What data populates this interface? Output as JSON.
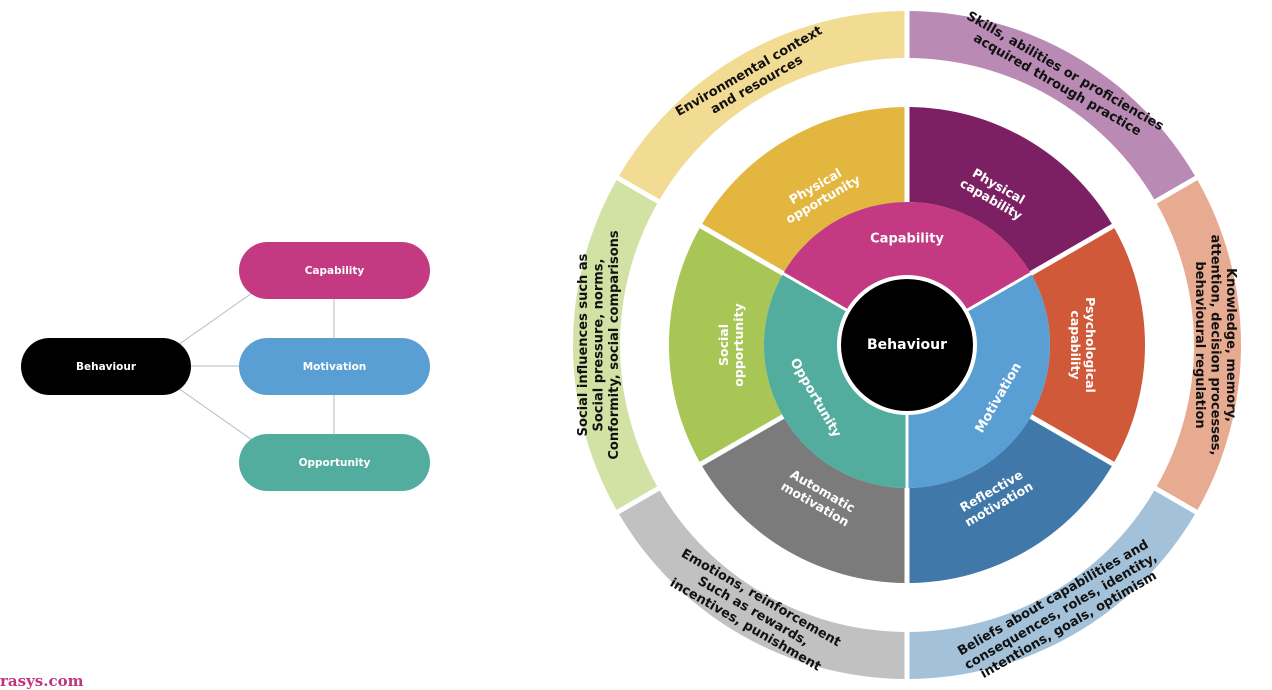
{
  "left": {
    "behaviour": "Behaviour",
    "capability": "Capability",
    "motivation": "Motivation",
    "opportunity": "Opportunity"
  },
  "wheel": {
    "center": "Behaviour",
    "inner": [
      {
        "id": "capability",
        "label": "Capability",
        "color": "#c33a83"
      },
      {
        "id": "motivation",
        "label": "Motivation",
        "color": "#5a9fd4"
      },
      {
        "id": "opportunity",
        "label": "Opportunity",
        "color": "#52ad9f"
      }
    ],
    "middle": [
      {
        "id": "physical-capability",
        "lines": [
          "Physical",
          "capability"
        ],
        "color": "#7c2063"
      },
      {
        "id": "psychological-capability",
        "lines": [
          "Psychological",
          "capability"
        ],
        "color": "#d0593a"
      },
      {
        "id": "reflective-motivation",
        "lines": [
          "Reflective",
          "motivation"
        ],
        "color": "#3f78a9"
      },
      {
        "id": "automatic-motivation",
        "lines": [
          "Automatic",
          "motivation"
        ],
        "color": "#7b7b7b"
      },
      {
        "id": "social-opportunity",
        "lines": [
          "Social",
          "opportunity"
        ],
        "color": "#a7c656"
      },
      {
        "id": "physical-opportunity",
        "lines": [
          "Physical",
          "opportunity"
        ],
        "color": "#e3b73f"
      }
    ],
    "outer": [
      {
        "id": "physical-capability",
        "lines": [
          "Skills, abilities or proficiencies",
          "acquired through practice"
        ],
        "color": "#b98ab4"
      },
      {
        "id": "psychological-capability",
        "lines": [
          "Knowledge, memory,",
          "attention, decision processes,",
          "behavioural regulation"
        ],
        "color": "#e7ab91"
      },
      {
        "id": "reflective-motivation",
        "lines": [
          "Beliefs about capabilities and",
          "consequences, roles, identity,",
          "intentions, goals, optimism"
        ],
        "color": "#a3c2d9"
      },
      {
        "id": "automatic-motivation",
        "lines": [
          "Emotions, reinforcement",
          "Such as rewards,",
          "incentives, punishment"
        ],
        "color": "#c1c1c1"
      },
      {
        "id": "social-opportunity",
        "lines": [
          "Social influences such as",
          "Social pressure, norms,",
          "Conformity, social comparisons"
        ],
        "color": "#d2e2a4"
      },
      {
        "id": "physical-opportunity",
        "lines": [
          "Environmental context",
          "and resources"
        ],
        "color": "#f2db92"
      }
    ]
  },
  "watermark": "rasys.com",
  "colors": {
    "capability": "#c33a83",
    "motivation": "#5a9fd4",
    "opportunity": "#52ad9f",
    "behaviour": "#000000"
  }
}
